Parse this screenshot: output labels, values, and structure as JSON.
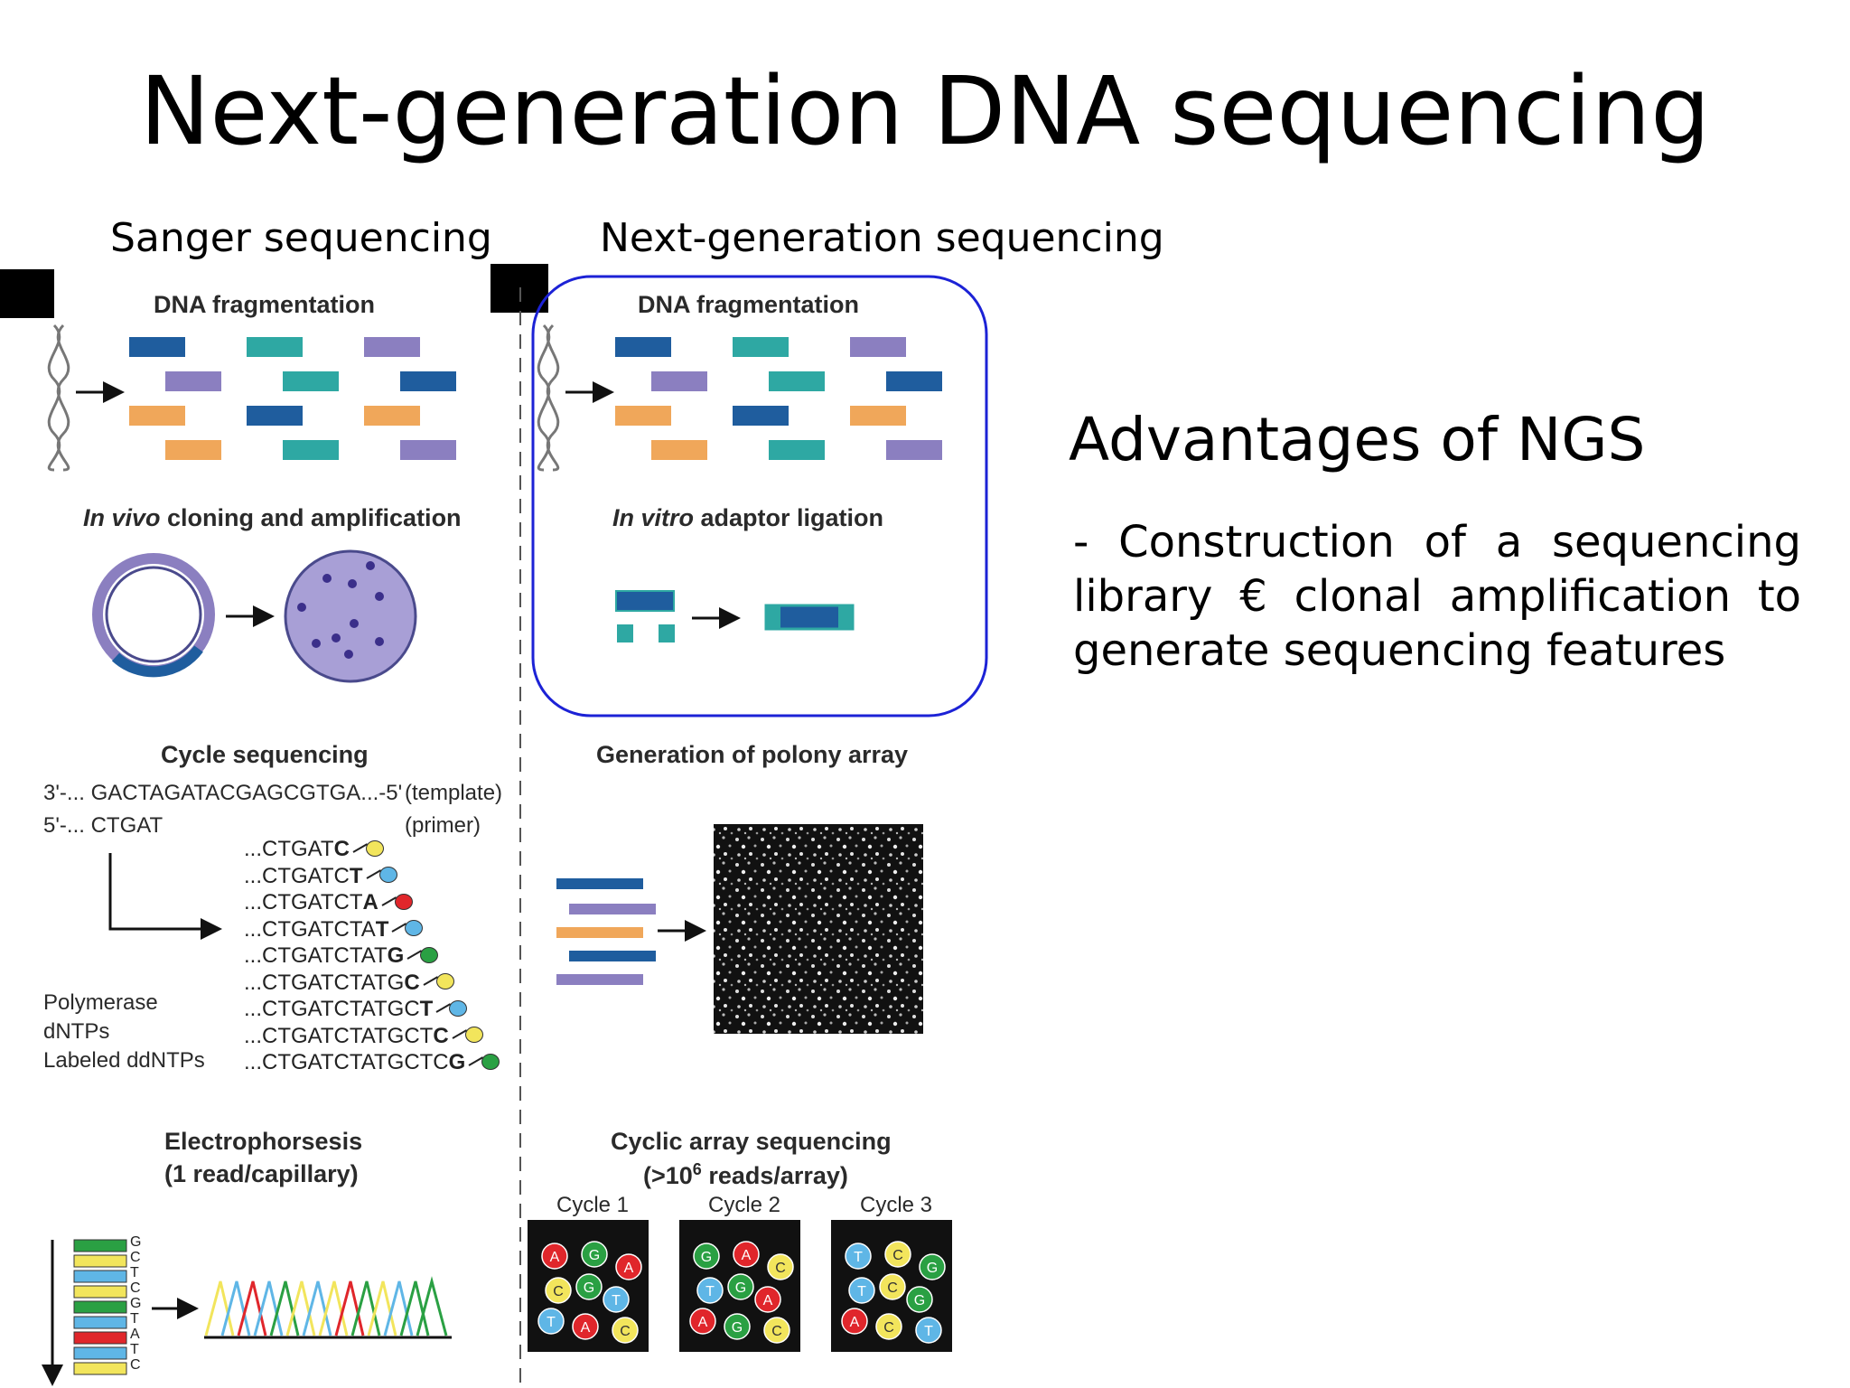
{
  "title": "Next-generation DNA sequencing",
  "columns": {
    "sanger": "Sanger sequencing",
    "ngs": "Next-generation sequencing"
  },
  "sanger": {
    "step1": "DNA fragmentation",
    "step2_italic": "In vivo",
    "step2_rest": " cloning and amplification",
    "step3": "Cycle sequencing",
    "template_seq": "3'-... GACTAGATACGAGCGTGA...-5'",
    "template_label": "(template)",
    "primer_seq": "5'-... CTGAT",
    "primer_label": "(primer)",
    "products": [
      {
        "prefix": "...CTGAT",
        "last": "C",
        "color": "#f2e55c"
      },
      {
        "prefix": "...CTGATC",
        "last": "T",
        "color": "#5fb6e6"
      },
      {
        "prefix": "...CTGATCT",
        "last": "A",
        "color": "#e0262b"
      },
      {
        "prefix": "...CTGATCTA",
        "last": "T",
        "color": "#5fb6e6"
      },
      {
        "prefix": "...CTGATCTAT",
        "last": "G",
        "color": "#2aa043"
      },
      {
        "prefix": "...CTGATCTATG",
        "last": "C",
        "color": "#f2e55c"
      },
      {
        "prefix": "...CTGATCTATGC",
        "last": "T",
        "color": "#5fb6e6"
      },
      {
        "prefix": "...CTGATCTATGCT",
        "last": "C",
        "color": "#f2e55c"
      },
      {
        "prefix": "...CTGATCTATGCTC",
        "last": "G",
        "color": "#2aa043"
      }
    ],
    "reagents": [
      "Polymerase",
      "dNTPs",
      "Labeled ddNTPs"
    ],
    "step4_line1": "Electrophorsesis",
    "step4_line2": "(1 read/capillary)",
    "gel_letters": [
      "G",
      "C",
      "T",
      "C",
      "G",
      "T",
      "A",
      "T",
      "C"
    ]
  },
  "ngs": {
    "step1": "DNA fragmentation",
    "step2_italic": "In vitro",
    "step2_rest": " adaptor ligation",
    "step3": "Generation of polony array",
    "step4_line1": "Cyclic array sequencing",
    "step4_line2_pre": "(>10",
    "step4_line2_sup": "6",
    "step4_line2_post": " reads/array)",
    "cycles": [
      {
        "label": "Cycle 1",
        "spots": [
          "A",
          "G",
          "A",
          "C",
          "G",
          "T",
          "T",
          "A",
          "C"
        ]
      },
      {
        "label": "Cycle 2",
        "spots": [
          "G",
          "A",
          "C",
          "T",
          "G",
          "A",
          "A",
          "G",
          "C"
        ]
      },
      {
        "label": "Cycle 3",
        "spots": [
          "T",
          "C",
          "G",
          "T",
          "C",
          "G",
          "A",
          "C",
          "T"
        ]
      }
    ]
  },
  "advantages": {
    "title": "Advantages of NGS",
    "body": "- Construction of a sequencing library € clonal amplification to generate sequencing features"
  },
  "colors": {
    "dark_blue": "#1f5d9e",
    "teal": "#2ea8a3",
    "purple": "#8b7fc0",
    "orange": "#f0a75a",
    "highlight_box": "#1c22d6",
    "A": "#e0262b",
    "C": "#f2e55c",
    "G": "#2aa043",
    "T": "#5fb6e6"
  }
}
